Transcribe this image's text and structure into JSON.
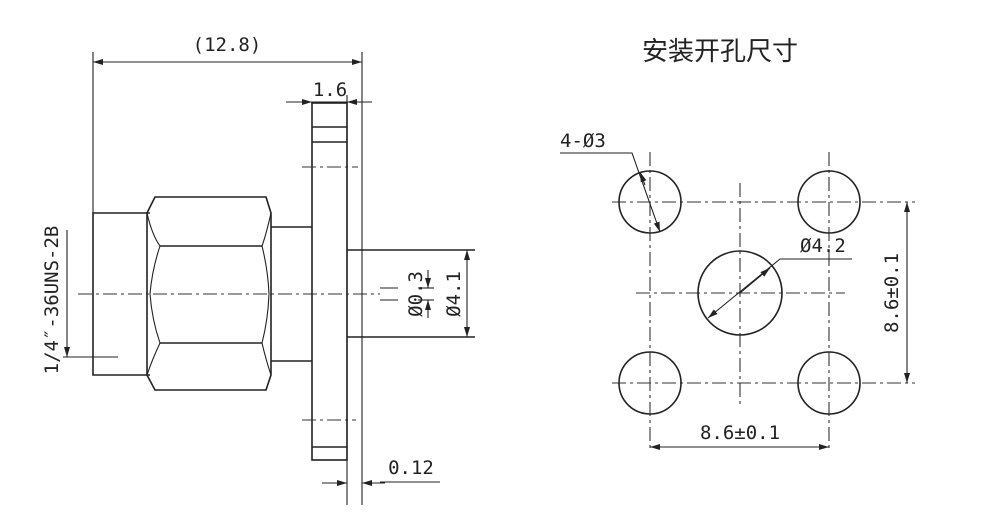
{
  "side_view": {
    "overall_length": "(12.8)",
    "flange_thickness": "1.6",
    "plating_offset": "0.12",
    "thread_spec": "1/4″-36UNS-2B",
    "pin_diameter": "Ø0.3",
    "insulator_diameter": "Ø4.1"
  },
  "panel_cutout": {
    "title": "安装开孔尺寸",
    "mount_holes": "4-Ø3",
    "center_hole": "Ø4.2",
    "vertical_spacing": "8.6±0.1",
    "horizontal_spacing": "8.6±0.1"
  }
}
